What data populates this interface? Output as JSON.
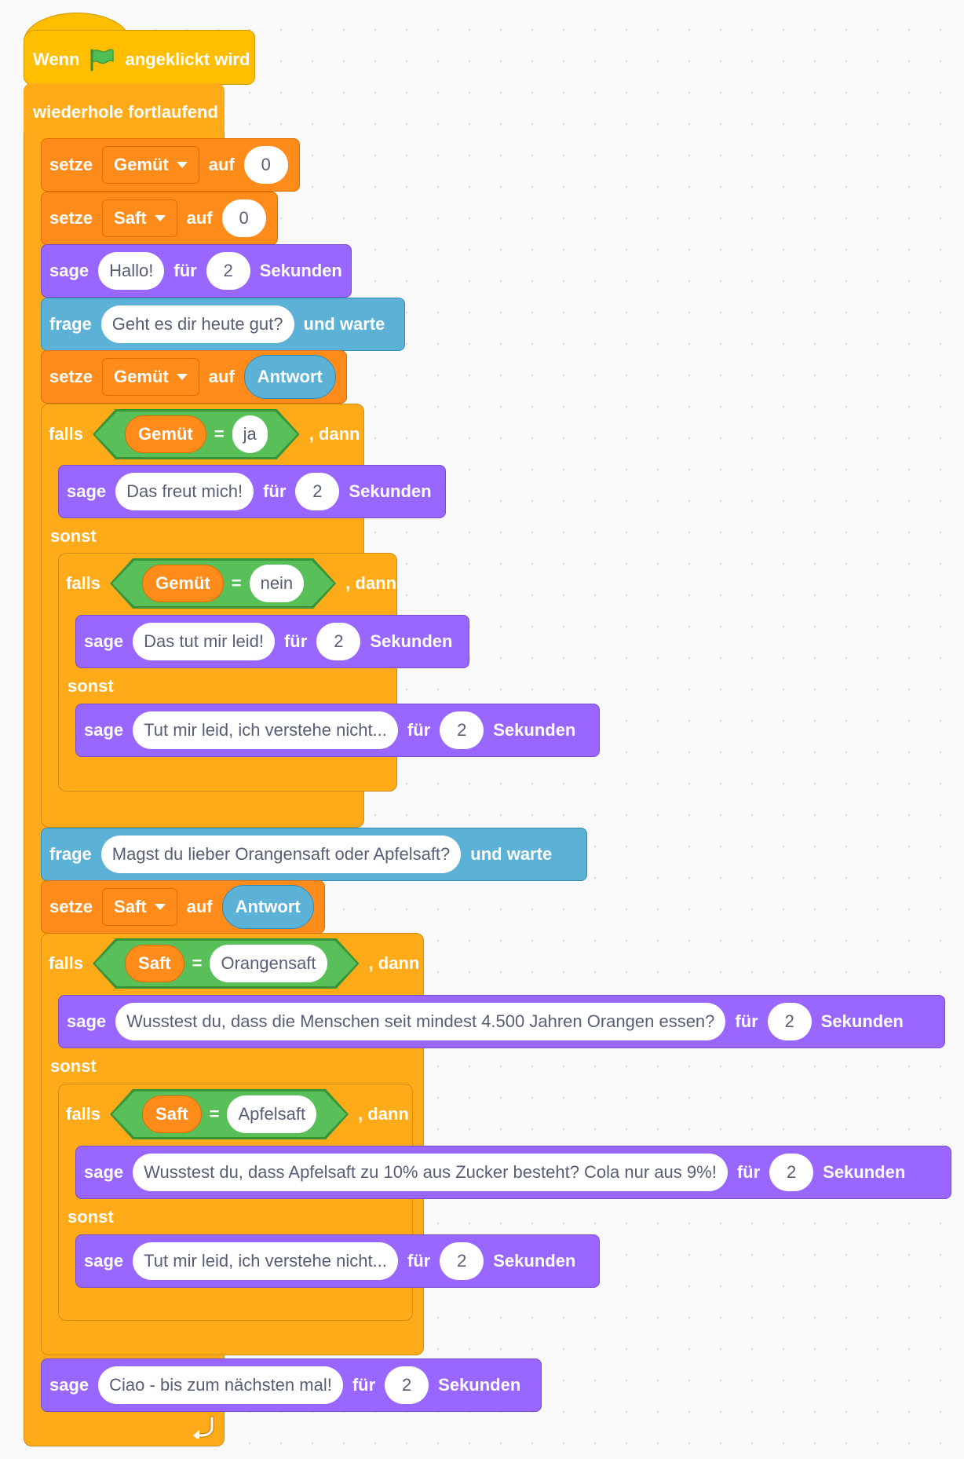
{
  "hat": {
    "prefix": "Wenn",
    "suffix": "angeklickt wird",
    "icon": "green-flag-icon"
  },
  "forever": {
    "label": "wiederhole fortlaufend",
    "end_icon": "loop-arrow-icon"
  },
  "common": {
    "set": "setze",
    "to": "auf",
    "say": "sage",
    "for": "für",
    "seconds": "Sekunden",
    "ask": "frage",
    "and_wait": "und warte",
    "if": "falls",
    "then": ", dann",
    "else": "sonst",
    "equals": "="
  },
  "blocks": {
    "set_mood_0": {
      "var": "Gemüt",
      "value": "0"
    },
    "set_juice_0": {
      "var": "Saft",
      "value": "0"
    },
    "say_hello": {
      "text": "Hallo!",
      "secs": "2"
    },
    "ask_mood": {
      "question": "Geht es dir heute gut?"
    },
    "set_mood_answer": {
      "var": "Gemüt",
      "value": "Antwort"
    },
    "if_mood": {
      "var": "Gemüt",
      "value": "ja"
    },
    "say_glad": {
      "text": "Das freut mich!",
      "secs": "2"
    },
    "if_mood_no": {
      "var": "Gemüt",
      "value": "nein"
    },
    "say_sorry": {
      "text": "Das tut mir leid!",
      "secs": "2"
    },
    "say_dont_understand_1": {
      "text": "Tut mir leid, ich verstehe nicht...",
      "secs": "2"
    },
    "ask_juice": {
      "question": "Magst du lieber Orangensaft oder Apfelsaft?"
    },
    "set_juice_answer": {
      "var": "Saft",
      "value": "Antwort"
    },
    "if_orange": {
      "var": "Saft",
      "value": "Orangensaft"
    },
    "say_orange_fact": {
      "text": "Wusstest du, dass die Menschen seit mindest 4.500 Jahren Orangen essen?",
      "secs": "2"
    },
    "if_apple": {
      "var": "Saft",
      "value": "Apfelsaft"
    },
    "say_apple_fact": {
      "text": "Wusstest du, dass Apfelsaft zu 10% aus Zucker besteht? Cola nur aus 9%!",
      "secs": "2"
    },
    "say_dont_understand_2": {
      "text": "Tut mir leid, ich verstehe nicht...",
      "secs": "2"
    },
    "say_bye": {
      "text": "Ciao - bis zum nächsten mal!",
      "secs": "2"
    }
  },
  "colors": {
    "events": "#ffbf00",
    "control": "#ffab19",
    "variables": "#ff8c1a",
    "looks": "#9966ff",
    "sensing": "#5cb1d6",
    "operators": "#59c059",
    "input_text": "#575e75"
  }
}
